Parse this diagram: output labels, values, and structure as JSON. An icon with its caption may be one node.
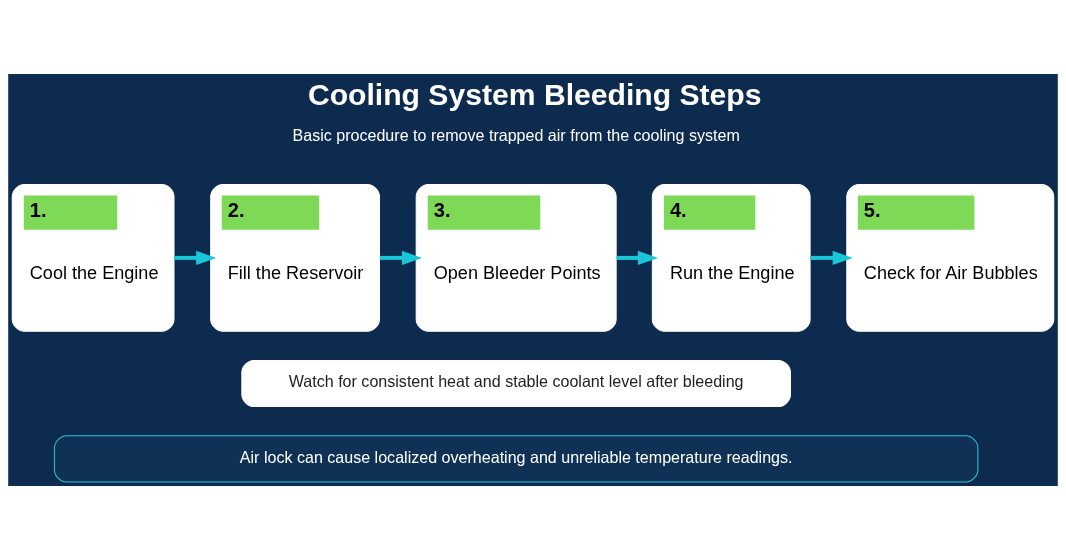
{
  "diagram": {
    "title": "Cooling System Bleeding Steps",
    "nodes": [
      {
        "text": [
          "1.",
          "Cool the Engine"
        ]
      },
      {
        "text": [
          "2.",
          "Fill the Reservoir"
        ]
      },
      {
        "text": [
          "3.",
          "Open Bleeder Points"
        ]
      },
      {
        "text": [
          "4.",
          "Run the Engine"
        ]
      },
      {
        "text": [
          "5.",
          "Check for Air Bubbles"
        ]
      }
    ],
    "edges": [
      {
        "from": 0,
        "to": 1,
        "arrow": "to"
      },
      {
        "from": 1,
        "to": 2,
        "arrow": "to"
      },
      {
        "from": 2,
        "to": 3,
        "arrow": "to"
      },
      {
        "from": 3,
        "to": 4,
        "arrow": "to"
      }
    ],
    "labels": [
      "Basic procedure to remove trapped air from the cooling system",
      "Watch for consistent heat and stable coolant level after bleeding",
      "Air lock can cause localized overheating and unreliable temperature readings."
    ]
  }
}
